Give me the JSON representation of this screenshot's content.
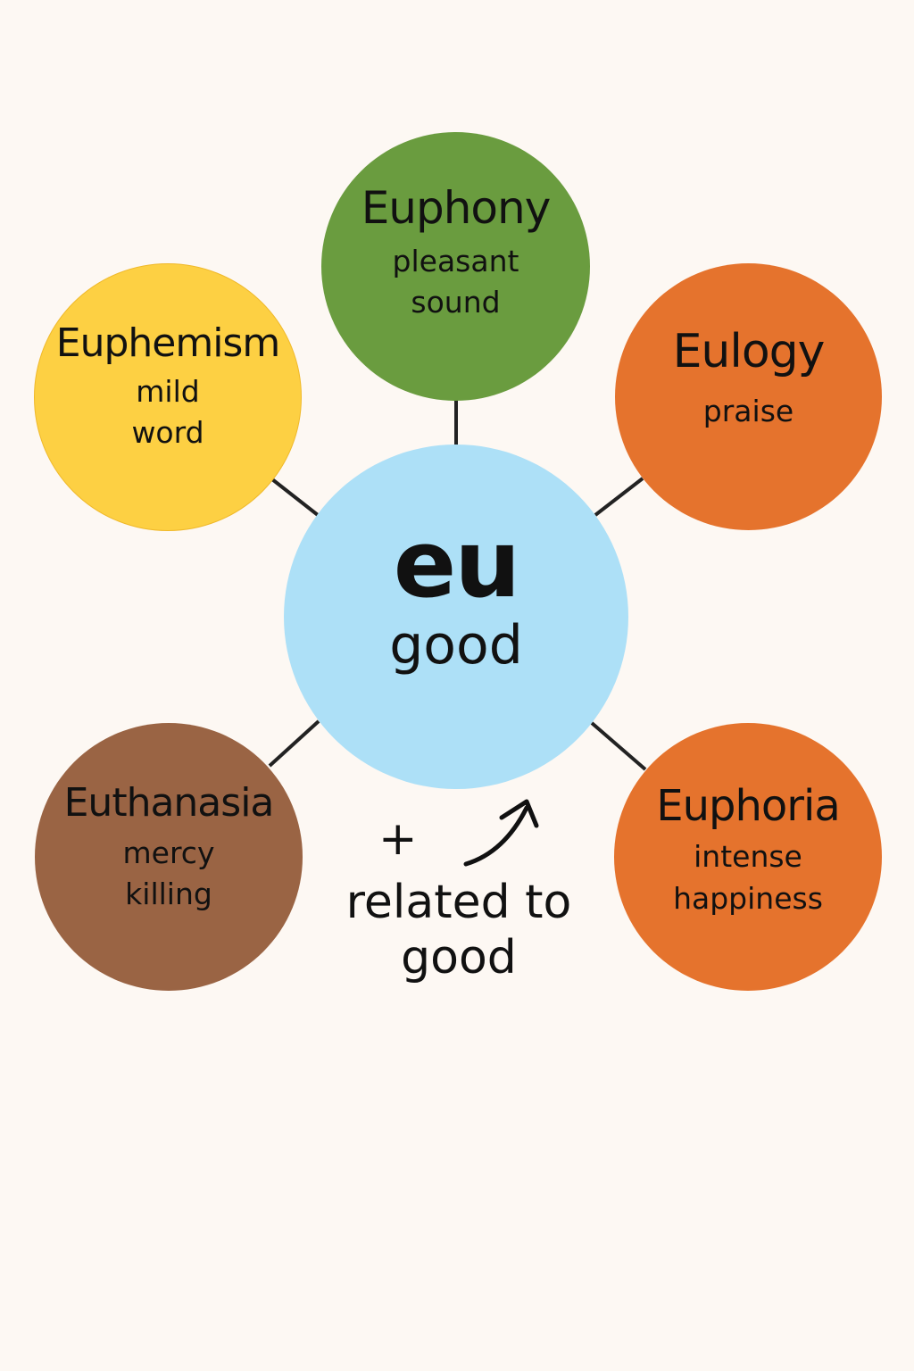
{
  "diagram": {
    "center": {
      "root": "eu",
      "meaning": "good",
      "color": "#ade0f7"
    },
    "nodes": [
      {
        "word": "Euphony",
        "meaning_line1": "pleasant",
        "meaning_line2": "sound",
        "color": "#6a9c3f"
      },
      {
        "word": "Euphemism",
        "meaning_line1": "mild",
        "meaning_line2": "word",
        "color": "#fdd043"
      },
      {
        "word": "Eulogy",
        "meaning_line1": "praise",
        "meaning_line2": "",
        "color": "#e5732d"
      },
      {
        "word": "Euthanasia",
        "meaning_line1": "mercy",
        "meaning_line2": "killing",
        "color": "#9a6444"
      },
      {
        "word": "Euphoria",
        "meaning_line1": "intense",
        "meaning_line2": "happiness",
        "color": "#e5732d"
      }
    ],
    "note": {
      "plus": "+",
      "line1": "related to",
      "line2": "good",
      "arrow_icon": "curved-arrow-up-right"
    },
    "background": "#fdf8f3"
  }
}
